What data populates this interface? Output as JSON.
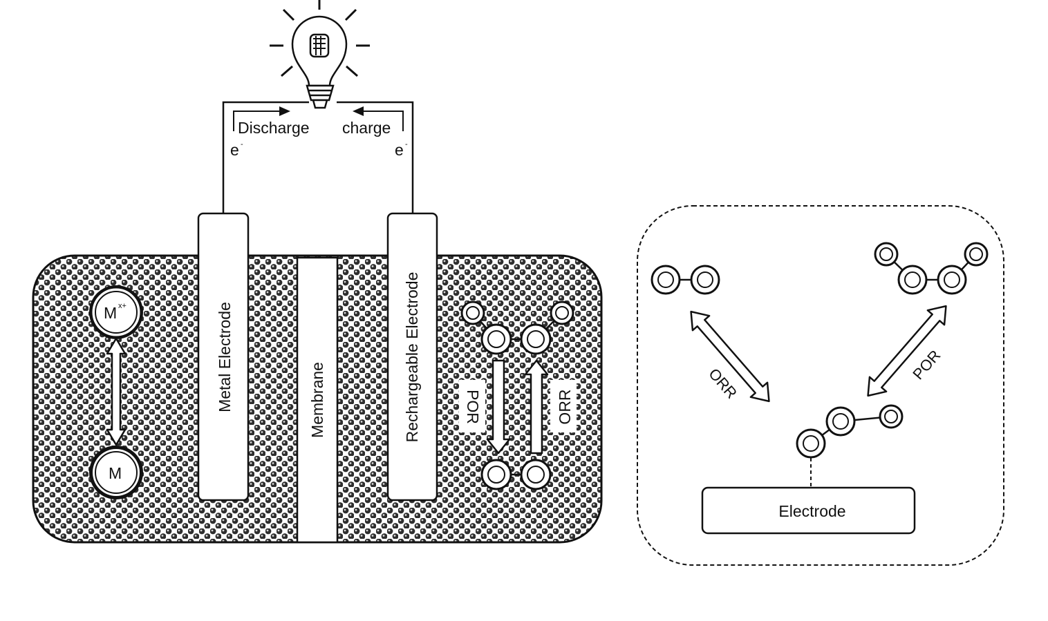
{
  "circuit": {
    "discharge_label": "Discharge",
    "charge_label": "charge",
    "electron_left": "e",
    "electron_right": "e",
    "electron_sup": "-"
  },
  "cell": {
    "metal_electrode_label": "Metal Electrode",
    "membrane_label": "Membrane",
    "rechargeable_electrode_label": "Rechargeable Electrode",
    "ion_label": "M",
    "ion_sup": "x+",
    "metal_label": "M",
    "por_label": "POR",
    "orr_label": "ORR"
  },
  "inset": {
    "orr_label": "ORR",
    "por_label": "POR",
    "electrode_label": "Electrode"
  },
  "colors": {
    "stroke": "#111111",
    "fill": "#ffffff",
    "electrolyte_dots": "#3a3a3a"
  }
}
